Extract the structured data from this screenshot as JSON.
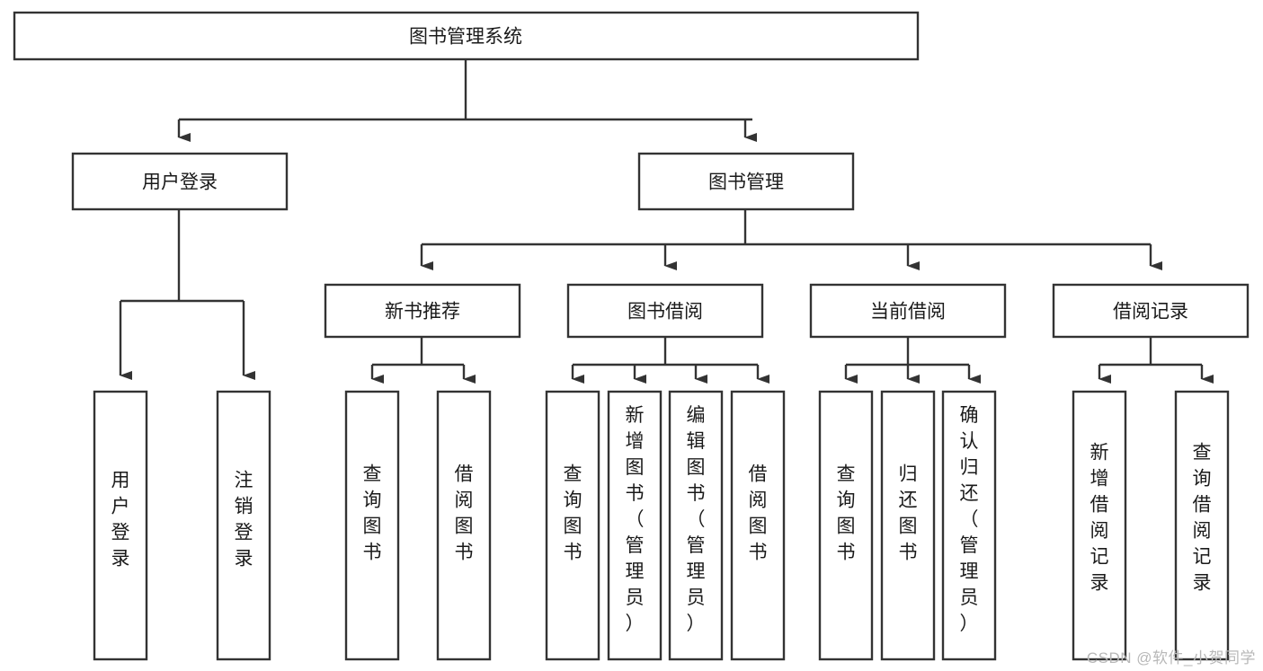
{
  "diagram": {
    "title": "图书管理系统",
    "type": "tree-hierarchy-chart",
    "orientation": "top-down",
    "colors": {
      "box_fill": "#ffffff",
      "box_stroke": "#333333",
      "text": "#1a1a1a",
      "watermark": "#b8b8b8",
      "background": "#ffffff"
    },
    "root": {
      "id": "root",
      "label": "图书管理系统",
      "level": 0,
      "text_orientation": "horizontal"
    },
    "level2": [
      {
        "id": "user-login",
        "label": "用户登录",
        "level": 1,
        "text_orientation": "horizontal",
        "parent": "root"
      },
      {
        "id": "book-management",
        "label": "图书管理",
        "level": 1,
        "text_orientation": "horizontal",
        "parent": "root"
      }
    ],
    "level3": [
      {
        "id": "new-book-recommend",
        "label": "新书推荐",
        "level": 2,
        "text_orientation": "horizontal",
        "parent": "book-management"
      },
      {
        "id": "book-borrow",
        "label": "图书借阅",
        "level": 2,
        "text_orientation": "horizontal",
        "parent": "book-management"
      },
      {
        "id": "current-borrow",
        "label": "当前借阅",
        "level": 2,
        "text_orientation": "horizontal",
        "parent": "book-management"
      },
      {
        "id": "borrow-record",
        "label": "借阅记录",
        "level": 2,
        "text_orientation": "horizontal",
        "parent": "book-management"
      }
    ],
    "leaves": [
      {
        "id": "leaf-user-login",
        "label": "用户登录",
        "chars": [
          "用",
          "户",
          "登",
          "录"
        ],
        "parent": "user-login",
        "text_orientation": "vertical"
      },
      {
        "id": "leaf-logout-login",
        "label": "注销登录",
        "chars": [
          "注",
          "销",
          "登",
          "录"
        ],
        "parent": "user-login",
        "text_orientation": "vertical"
      },
      {
        "id": "leaf-query-book-1",
        "label": "查询图书",
        "chars": [
          "查",
          "询",
          "图",
          "书"
        ],
        "parent": "new-book-recommend",
        "text_orientation": "vertical"
      },
      {
        "id": "leaf-borrow-book-1",
        "label": "借阅图书",
        "chars": [
          "借",
          "阅",
          "图",
          "书"
        ],
        "parent": "new-book-recommend",
        "text_orientation": "vertical"
      },
      {
        "id": "leaf-query-book-2",
        "label": "查询图书",
        "chars": [
          "查",
          "询",
          "图",
          "书"
        ],
        "parent": "book-borrow",
        "text_orientation": "vertical"
      },
      {
        "id": "leaf-add-book-admin",
        "label": "新增图书（管理员）",
        "chars": [
          "新",
          "增",
          "图",
          "书",
          "（",
          "管",
          "理",
          "员",
          "）"
        ],
        "parent": "book-borrow",
        "text_orientation": "vertical"
      },
      {
        "id": "leaf-edit-book-admin",
        "label": "编辑图书（管理员）",
        "chars": [
          "编",
          "辑",
          "图",
          "书",
          "（",
          "管",
          "理",
          "员",
          "）"
        ],
        "parent": "book-borrow",
        "text_orientation": "vertical"
      },
      {
        "id": "leaf-borrow-book-2",
        "label": "借阅图书",
        "chars": [
          "借",
          "阅",
          "图",
          "书"
        ],
        "parent": "book-borrow",
        "text_orientation": "vertical"
      },
      {
        "id": "leaf-query-book-3",
        "label": "查询图书",
        "chars": [
          "查",
          "询",
          "图",
          "书"
        ],
        "parent": "current-borrow",
        "text_orientation": "vertical"
      },
      {
        "id": "leaf-return-book",
        "label": "归还图书",
        "chars": [
          "归",
          "还",
          "图",
          "书"
        ],
        "parent": "current-borrow",
        "text_orientation": "vertical"
      },
      {
        "id": "leaf-confirm-return-admin",
        "label": "确认归还（管理员）",
        "chars": [
          "确",
          "认",
          "归",
          "还",
          "（",
          "管",
          "理",
          "员",
          "）"
        ],
        "parent": "current-borrow",
        "text_orientation": "vertical"
      },
      {
        "id": "leaf-add-borrow-record",
        "label": "新增借阅记录",
        "chars": [
          "新",
          "增",
          "借",
          "阅",
          "记",
          "录"
        ],
        "parent": "borrow-record",
        "text_orientation": "vertical"
      },
      {
        "id": "leaf-query-borrow-record",
        "label": "查询借阅记录",
        "chars": [
          "查",
          "询",
          "借",
          "阅",
          "记",
          "录"
        ],
        "parent": "borrow-record",
        "text_orientation": "vertical"
      }
    ],
    "watermark": "CSDN @软件_小贺同学"
  }
}
